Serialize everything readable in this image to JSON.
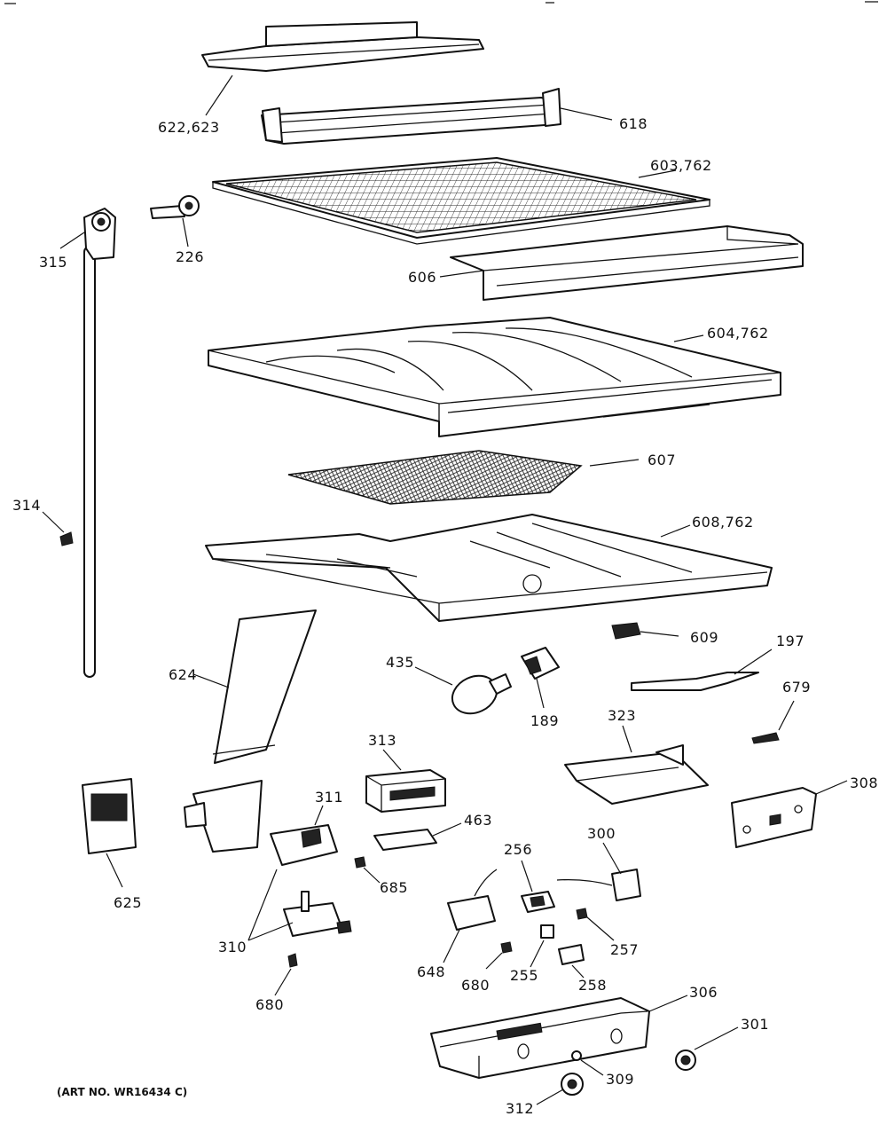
{
  "diagram": {
    "callouts": {
      "c622_623": "622,623",
      "c618": "618",
      "c603_762": "603,762",
      "c315": "315",
      "c226": "226",
      "c606": "606",
      "c604_762": "604,762",
      "c607": "607",
      "c314": "314",
      "c608_762": "608,762",
      "c609": "609",
      "c624": "624",
      "c435": "435",
      "c189": "189",
      "c197": "197",
      "c679": "679",
      "c313": "313",
      "c323": "323",
      "c308": "308",
      "c311": "311",
      "c463": "463",
      "c300": "300",
      "c625": "625",
      "c256": "256",
      "c685": "685",
      "c310": "310",
      "c648": "648",
      "c680a": "680",
      "c255": "255",
      "c257": "257",
      "c258": "258",
      "c680b": "680",
      "c306": "306",
      "c301": "301",
      "c309": "309",
      "c312": "312"
    },
    "art_number": "(ART NO. WR16434 C)"
  }
}
